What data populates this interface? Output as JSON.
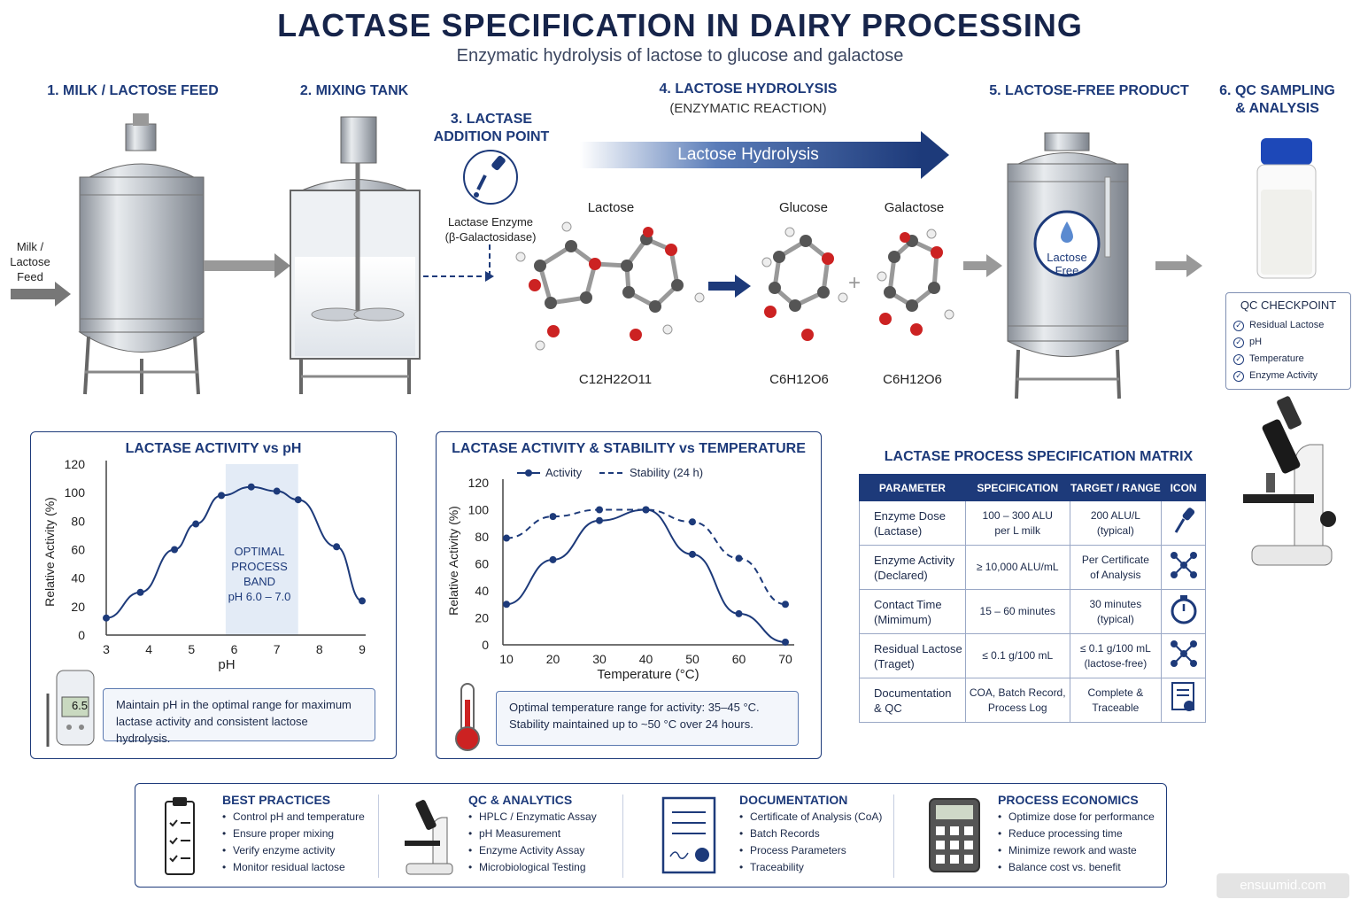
{
  "header": {
    "title": "LACTASE SPECIFICATION IN DAIRY PROCESSING",
    "subtitle": "Enzymatic hydrolysis of lactose to glucose and galactose"
  },
  "process": {
    "stage1": {
      "title": "1. MILK / LACTOSE FEED",
      "input_label_1": "Milk /",
      "input_label_2": "Lactose",
      "input_label_3": "Feed"
    },
    "stage2": {
      "title": "2. MIXING TANK"
    },
    "stage3": {
      "title_1": "3. LACTASE",
      "title_2": "ADDITION POINT",
      "enzyme_1": "Lactase Enzyme",
      "enzyme_2": "(β-Galactosidase)"
    },
    "stage4": {
      "title": "4. LACTOSE HYDROLYSIS",
      "subtitle": "(ENZYMATIC REACTION)",
      "arrow_label": "Lactose Hydrolysis",
      "lactose": "Lactose",
      "glucose": "Glucose",
      "galactose": "Galactose",
      "plus": "+",
      "lactose_formula": "C12H22O11",
      "glucose_formula": "C6H12O6",
      "galactose_formula": "C6H12O6"
    },
    "stage5": {
      "title": "5. LACTOSE-FREE PRODUCT",
      "badge_1": "Lactose",
      "badge_2": "Free"
    },
    "stage6": {
      "title_1": "6. QC SAMPLING",
      "title_2": "& ANALYSIS"
    },
    "qc_checkpoint": {
      "title": "QC CHECKPOINT",
      "items": [
        "Residual Lactose",
        "pH",
        "Temperature",
        "Enzyme Activity"
      ]
    }
  },
  "colors": {
    "navy": "#1d3a7a",
    "steel": "#b8bec6",
    "accent_red": "#cc2222",
    "glucose_blue": "#1f3f88"
  },
  "chart_data": [
    {
      "type": "line",
      "title": "LACTASE ACTIVITY vs pH",
      "xlabel": "pH",
      "ylabel": "Relative Activity (%)",
      "xlim": [
        3,
        9
      ],
      "ylim": [
        0,
        120
      ],
      "x_ticks": [
        3,
        4,
        5,
        6,
        7,
        8,
        9
      ],
      "y_ticks": [
        0,
        20,
        40,
        60,
        80,
        100,
        120
      ],
      "series": [
        {
          "x": [
            3.0,
            3.8,
            4.6,
            5.1,
            5.7,
            6.4,
            7.0,
            7.5,
            8.4,
            9.0
          ],
          "y": [
            12,
            30,
            60,
            78,
            98,
            104,
            101,
            95,
            62,
            24
          ]
        }
      ],
      "band": {
        "x0": 5.8,
        "x1": 7.5,
        "label_1": "OPTIMAL",
        "label_2": "PROCESS",
        "label_3": "BAND",
        "label_4": "pH 6.0 – 7.0"
      },
      "note_1": "Maintain pH in the optimal range for maximum",
      "note_2": "lactase activity and consistent lactose hydrolysis.",
      "meter_reading": "6.5"
    },
    {
      "type": "line",
      "title": "LACTASE ACTIVITY & STABILITY vs TEMPERATURE",
      "xlabel": "Temperature (°C)",
      "ylabel": "Relative Activity (%)",
      "xlim": [
        10,
        70
      ],
      "ylim": [
        0,
        120
      ],
      "x_ticks": [
        10,
        20,
        30,
        40,
        50,
        60,
        70
      ],
      "y_ticks": [
        0,
        20,
        40,
        60,
        80,
        100,
        120
      ],
      "series": [
        {
          "name": "Activity",
          "style": "solid",
          "x": [
            10,
            20,
            30,
            40,
            50,
            60,
            70
          ],
          "y": [
            30,
            63,
            92,
            100,
            67,
            23,
            2
          ]
        },
        {
          "name": "Stability (24 h)",
          "style": "dashed",
          "x": [
            10,
            20,
            30,
            40,
            50,
            60,
            70
          ],
          "y": [
            79,
            95,
            100,
            100,
            91,
            64,
            30
          ]
        }
      ],
      "note_1": "Optimal temperature range for activity: 35–45 °C.",
      "note_2": "Stability maintained up to ~50 °C over 24 hours."
    }
  ],
  "matrix": {
    "title": "LACTASE PROCESS SPECIFICATION MATRIX",
    "headers": [
      "PARAMETER",
      "SPECIFICATION",
      "TARGET / RANGE",
      "ICON"
    ],
    "rows": [
      {
        "p1": "Enzyme Dose",
        "p2": "(Lactase)",
        "s1": "100 – 300 ALU",
        "s2": "per L milk",
        "t1": "200 ALU/L",
        "t2": "(typical)",
        "icon": "dropper-icon"
      },
      {
        "p1": "Enzyme Activity",
        "p2": "(Declared)",
        "s1": "≥ 10,000 ALU/mL",
        "s2": "",
        "t1": "Per Certificate",
        "t2": "of Analysis",
        "icon": "molecule-icon"
      },
      {
        "p1": "Contact Time",
        "p2": "(Mimimum)",
        "s1": "15 – 60 minutes",
        "s2": "",
        "t1": "30 minutes",
        "t2": "(typical)",
        "icon": "stopwatch-icon"
      },
      {
        "p1": "Residual Lactose",
        "p2": "(Traget)",
        "s1": "≤ 0.1 g/100 mL",
        "s2": "",
        "t1": "≤ 0.1 g/100 mL",
        "t2": "(lactose-free)",
        "icon": "molecule-icon"
      },
      {
        "p1": "Documentation",
        "p2": "& QC",
        "s1": "COA, Batch Record,",
        "s2": "Process Log",
        "t1": "Complete &",
        "t2": "Traceable",
        "icon": "certificate-icon"
      }
    ]
  },
  "footer": {
    "best_practices": {
      "title": "BEST PRACTICES",
      "items": [
        "Control pH and temperature",
        "Ensure proper mixing",
        "Verify enzyme activity",
        "Monitor residual lactose"
      ]
    },
    "qc_analytics": {
      "title": "QC &  ANALYTICS",
      "items": [
        "HPLC / Enzymatic Assay",
        "pH Measurement",
        "Enzyme Activity Assay",
        "Microbiological Testing"
      ]
    },
    "documentation": {
      "title": "DOCUMENTATION",
      "items": [
        "Certificate of Analysis (CoA)",
        "Batch Records",
        "Process Parameters",
        "Traceability"
      ]
    },
    "economics": {
      "title": "PROCESS ECONOMICS",
      "items": [
        "Optimize dose for performance",
        "Reduce processing time",
        "Minimize rework and waste",
        "Balance cost vs. benefit"
      ]
    }
  },
  "watermark": "ensuumid.com"
}
